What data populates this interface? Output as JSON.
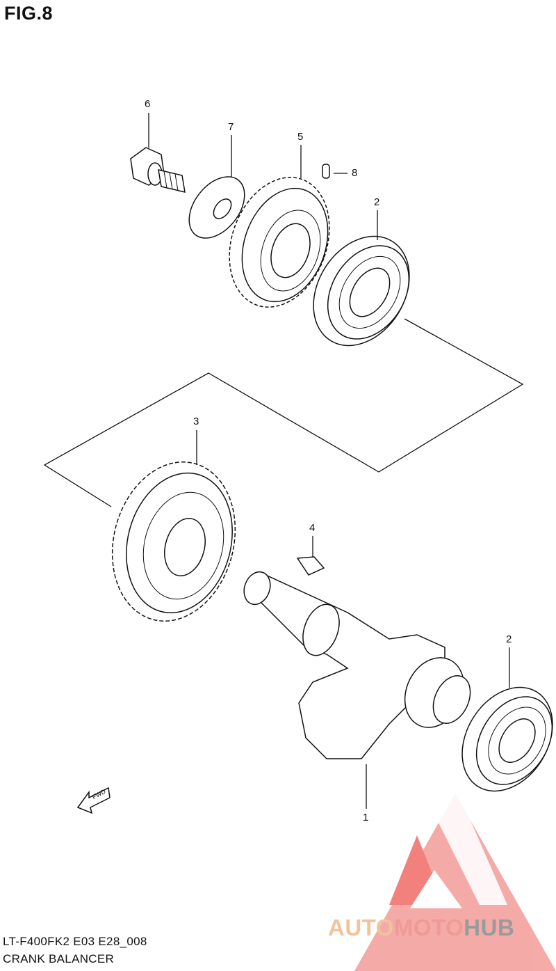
{
  "figure": {
    "title": "FIG.8"
  },
  "callouts": [
    {
      "id": "6",
      "label": "6"
    },
    {
      "id": "7",
      "label": "7"
    },
    {
      "id": "5",
      "label": "5"
    },
    {
      "id": "8",
      "label": "8"
    },
    {
      "id": "2a",
      "label": "2"
    },
    {
      "id": "3",
      "label": "3"
    },
    {
      "id": "4",
      "label": "4"
    },
    {
      "id": "2b",
      "label": "2"
    },
    {
      "id": "1",
      "label": "1"
    }
  ],
  "direction_arrow": {
    "label": "FWD",
    "icon": "arrow-left-icon"
  },
  "footer": {
    "model_code": "LT-F400FK2 E03 E28_008",
    "section_name": "CRANK BALANCER"
  },
  "watermark": {
    "logo_icon": "automotohub-triangle-logo",
    "text_1": "AUTO",
    "text_2": "MOTO",
    "text_3": "HUB",
    "colors": {
      "auto": "#f2c39a",
      "moto": "#f09a96",
      "hub": "#9a9a9a",
      "logo": "#f06b66"
    }
  }
}
